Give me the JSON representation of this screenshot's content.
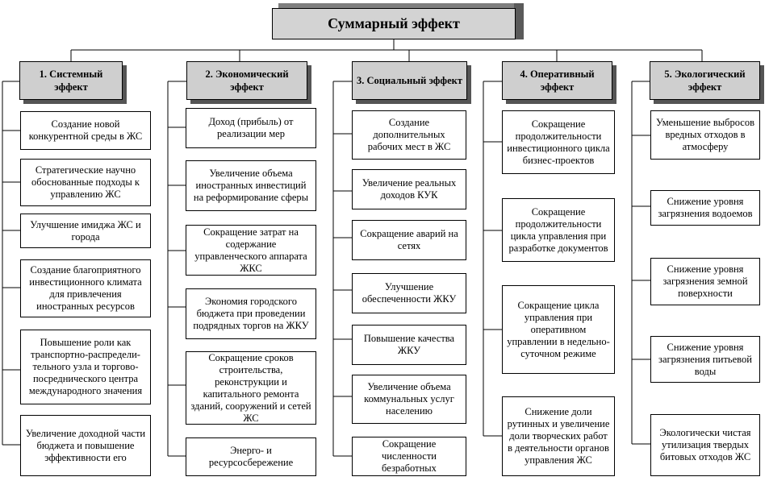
{
  "title": "Суммарный эффект",
  "categories": [
    {
      "label": "1. Системный эффект",
      "items": [
        "Создание новой конкурентной среды в ЖС",
        "Стратегические научно обоснованные подходы к управлению ЖС",
        "Улучшение имиджа ЖС и города",
        "Создание благоприятного инвестиционного климата для привлечения иностранных ресурсов",
        "Повышение роли как транспортно-распредели-тельного узла и торгово-посреднического центра международного значения",
        "Увеличение доходной части бюджета и повышение эффективности его"
      ]
    },
    {
      "label": "2. Экономический эффект",
      "items": [
        "Доход (прибыль) от реализации мер",
        "Увеличение объема иностранных инвестиций на реформирование сферы",
        "Сокращение затрат на содержание управленческого аппарата ЖКС",
        "Экономия городского бюджета при проведении подрядных торгов на ЖКУ",
        "Сокращение сроков строительства, реконструкции и капитального ремонта зданий, сооружений и сетей ЖС",
        "Энерго- и ресурсосбережение"
      ]
    },
    {
      "label": "3. Социальный эффект",
      "items": [
        "Создание дополнительных рабочих мест в ЖС",
        "Увеличение реальных доходов КУК",
        "Сокращение аварий на сетях",
        "Улучшение обеспеченности ЖКУ",
        "Повышение качества ЖКУ",
        "Увеличение объема коммунальных услуг населению",
        "Сокращение численности безработных"
      ]
    },
    {
      "label": "4. Оперативный эффект",
      "items": [
        "Сокращение продолжительности инвестиционного цикла бизнес-проектов",
        "Сокращение продолжительности цикла управления при разработке документов",
        "Сокращение цикла управления при оперативном управлении в недельно-суточном режиме",
        "Снижение доли рутинных и увеличение доли творческих работ в деятельности органов управления ЖС"
      ]
    },
    {
      "label": "5. Экологический эффект",
      "items": [
        "Уменьшение выбросов вредных отходов в атмосферу",
        "Снижение уровня загрязнения водоемов",
        "Снижение уровня загрязнения земной поверхности",
        "Снижение уровня загрязнения питьевой воды",
        "Экологически чистая утилизация твердых битовых отходов ЖС"
      ]
    }
  ]
}
